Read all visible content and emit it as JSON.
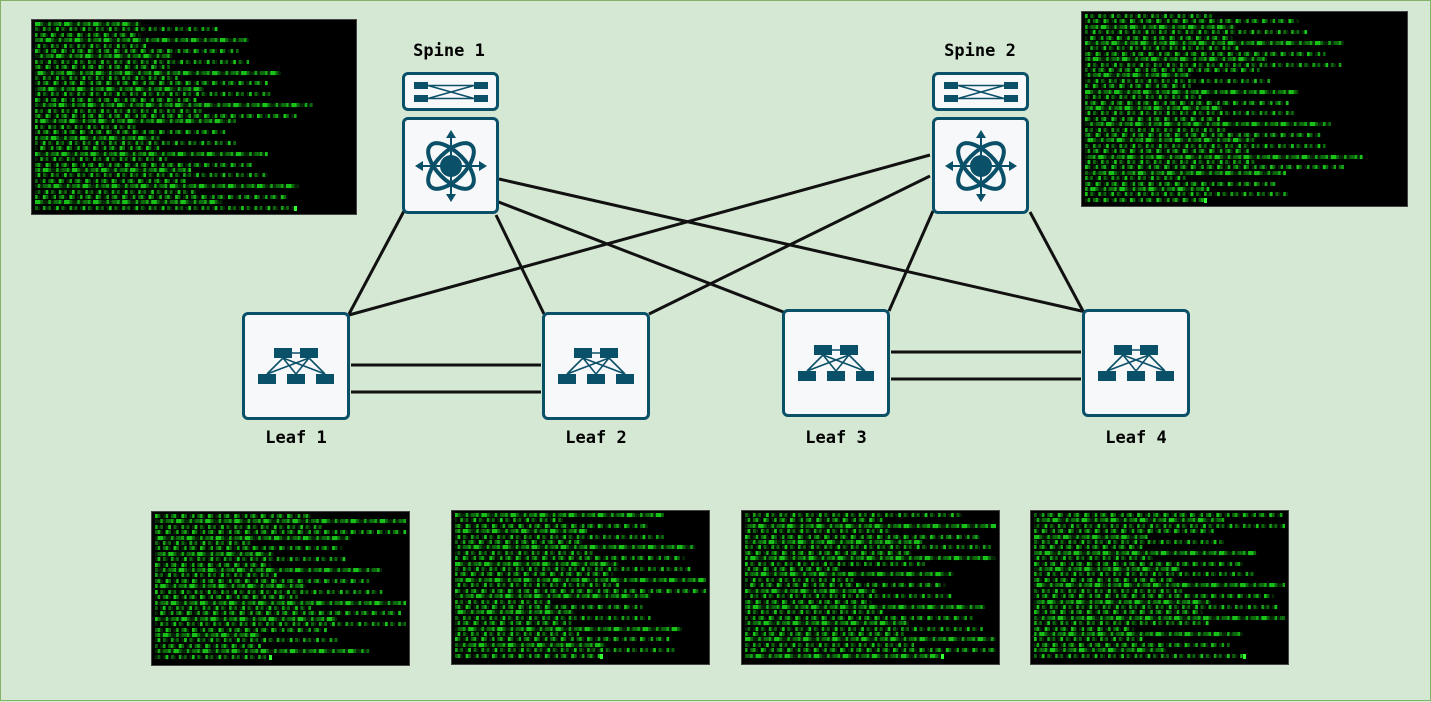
{
  "colors": {
    "background": "#d5e8d4",
    "border": "#82b366",
    "device_stroke": "#0b5069",
    "device_fill": "#f7f8f9",
    "link": "#111111",
    "terminal_bg": "#000000",
    "terminal_text": "#19c419"
  },
  "spines": [
    {
      "id": "spine1",
      "label": "Spine 1",
      "icon": "core-switch-icon"
    },
    {
      "id": "spine2",
      "label": "Spine 2",
      "icon": "core-switch-icon"
    }
  ],
  "leaves": [
    {
      "id": "leaf1",
      "label": "Leaf 1",
      "icon": "fabric-switch-icon"
    },
    {
      "id": "leaf2",
      "label": "Leaf 2",
      "icon": "fabric-switch-icon"
    },
    {
      "id": "leaf3",
      "label": "Leaf 3",
      "icon": "fabric-switch-icon"
    },
    {
      "id": "leaf4",
      "label": "Leaf 4",
      "icon": "fabric-switch-icon"
    }
  ],
  "links": [
    {
      "from": "spine1",
      "to": "leaf1"
    },
    {
      "from": "spine1",
      "to": "leaf2"
    },
    {
      "from": "spine1",
      "to": "leaf3"
    },
    {
      "from": "spine1",
      "to": "leaf4"
    },
    {
      "from": "spine2",
      "to": "leaf1"
    },
    {
      "from": "spine2",
      "to": "leaf2"
    },
    {
      "from": "spine2",
      "to": "leaf3"
    },
    {
      "from": "spine2",
      "to": "leaf4"
    },
    {
      "from": "leaf1",
      "to": "leaf2",
      "kind": "peer-link-a"
    },
    {
      "from": "leaf1",
      "to": "leaf2",
      "kind": "peer-link-b"
    },
    {
      "from": "leaf3",
      "to": "leaf4",
      "kind": "peer-link-a"
    },
    {
      "from": "leaf3",
      "to": "leaf4",
      "kind": "peer-link-b"
    }
  ],
  "terminals": [
    {
      "id": "term-spine1"
    },
    {
      "id": "term-spine2"
    },
    {
      "id": "term-leaf1"
    },
    {
      "id": "term-leaf2"
    },
    {
      "id": "term-leaf3"
    },
    {
      "id": "term-leaf4"
    }
  ]
}
